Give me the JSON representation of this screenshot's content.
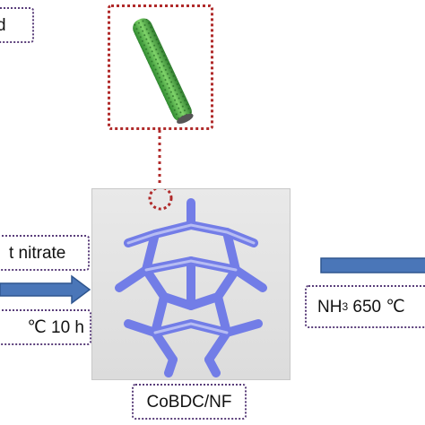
{
  "labels": {
    "top_left": "d",
    "nitrate": "t nitrate",
    "temp": "℃ 10 h",
    "nh3_main": "NH",
    "nh3_sub": "3",
    "nh3_rest": " 650 ℃",
    "cobdc": "CoBDC/NF"
  },
  "colors": {
    "arrow_fill": "#4a76b8",
    "arrow_stroke": "#2f568f",
    "zoom_dotted": "#b02a2a",
    "box_dotted": "#5a3e7a",
    "nanorod": "#4caf50",
    "framework": "#6d78e8"
  }
}
